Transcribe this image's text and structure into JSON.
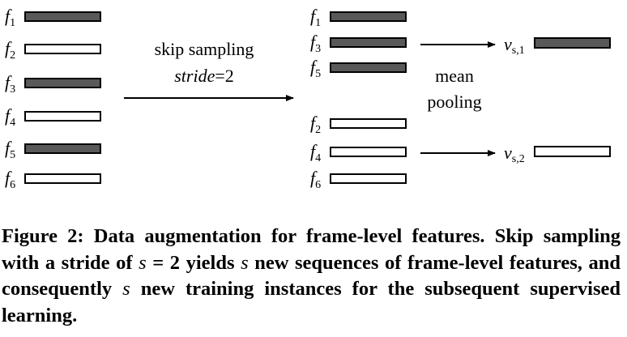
{
  "figure": {
    "left_column": [
      {
        "label": "f",
        "sub": "1",
        "filled": true
      },
      {
        "label": "f",
        "sub": "2",
        "filled": false
      },
      {
        "label": "f",
        "sub": "3",
        "filled": true
      },
      {
        "label": "f",
        "sub": "4",
        "filled": false
      },
      {
        "label": "f",
        "sub": "5",
        "filled": true
      },
      {
        "label": "f",
        "sub": "6",
        "filled": false
      }
    ],
    "middle_column": [
      {
        "label": "f",
        "sub": "1",
        "filled": true
      },
      {
        "label": "f",
        "sub": "3",
        "filled": true
      },
      {
        "label": "f",
        "sub": "5",
        "filled": true
      },
      {
        "label": "f",
        "sub": "2",
        "filled": false
      },
      {
        "label": "f",
        "sub": "4",
        "filled": false
      },
      {
        "label": "f",
        "sub": "6",
        "filled": false
      }
    ],
    "outputs": [
      {
        "label": "v",
        "sub": "s,1",
        "filled": true
      },
      {
        "label": "v",
        "sub": "s,2",
        "filled": false
      }
    ],
    "skip_text": "skip sampling",
    "stride_word": "stride",
    "stride_value": "=2",
    "mean_text": "mean",
    "pooling_text": "pooling",
    "colors": {
      "filled_bar": "#595959",
      "stroke": "#000000"
    }
  },
  "caption": {
    "part1": "Figure 2: Data augmentation for frame-level features. Skip sampling with a stride of ",
    "var_s": "s",
    "eq": " = 2",
    "part2": " yields ",
    "part3": " new sequences of frame-level features, and consequently ",
    "part4": " new training instances for the subsequent supervised learning."
  }
}
